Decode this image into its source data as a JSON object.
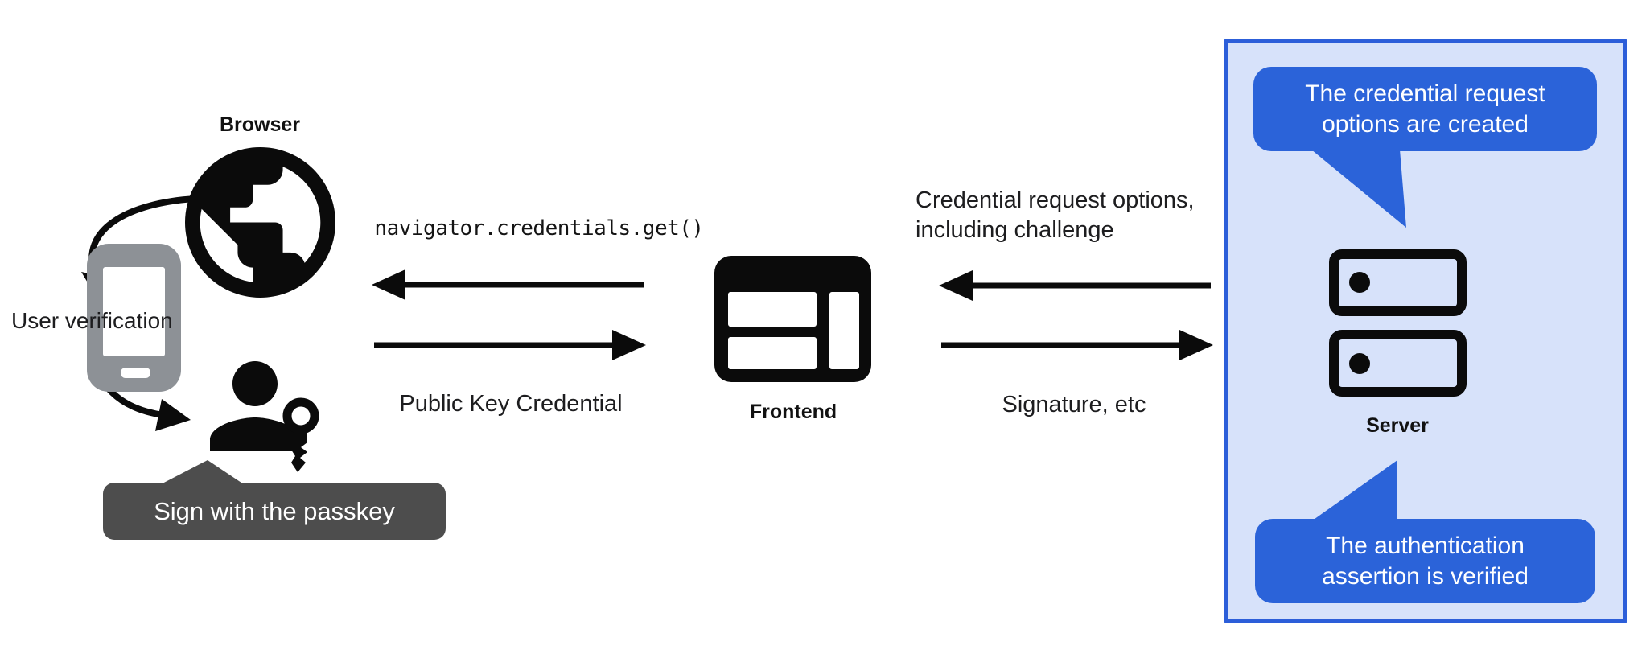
{
  "title": "Passkey authentication flow diagram",
  "colors": {
    "background": "#ffffff",
    "text": "#1d1d1f",
    "accent_blue": "#2b63d9",
    "panel_border_blue": "#2c5ed9",
    "panel_background": "#d7e2fa",
    "tooltip_gray": "#4d4d4d",
    "phone_gray": "#8d9196",
    "icon_black": "#0b0b0b",
    "bubble_text_white": "#ffffff"
  },
  "left_group": {
    "browser_label": "Browser",
    "user_verification_label": "User verification",
    "passkey_tooltip_label": "Sign with the passkey",
    "icons": {
      "globe": "globe-browser-icon",
      "phone": "smartphone-authenticator-icon",
      "person": "person-with-passkey-icon",
      "key": "passkey-key-icon"
    }
  },
  "frontend_group": {
    "code_call_label": "navigator.credentials.get()",
    "response_label": "Public Key Credential",
    "frontend_label": "Frontend",
    "icon": "browser-window-icon"
  },
  "server_group": {
    "request_label": "Credential request options,\nincluding challenge",
    "response_label": "Signature, etc",
    "server_label": "Server",
    "bubble_top_text": "The credential request\noptions are created",
    "bubble_bottom_text": "The authentication\nassertion is verified",
    "icon": "server-stack-icon"
  }
}
